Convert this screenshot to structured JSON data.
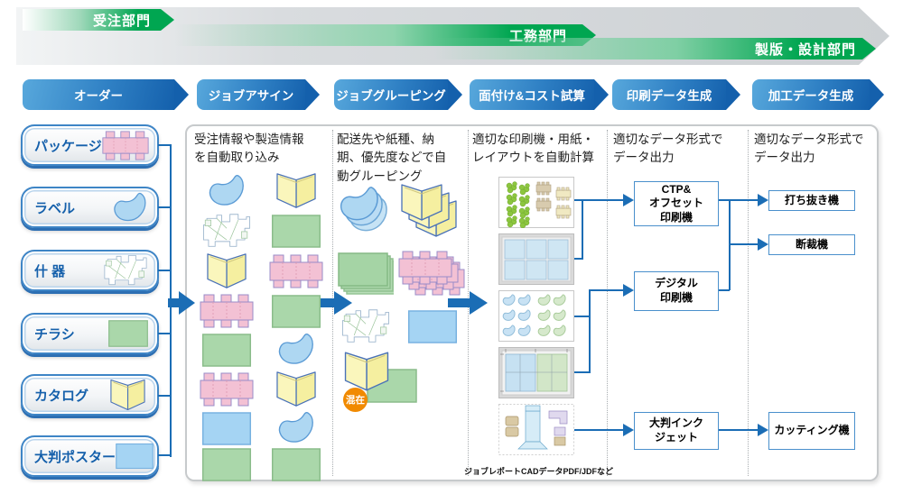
{
  "departments": [
    {
      "label": "受注部門"
    },
    {
      "label": "工務部門"
    },
    {
      "label": "製版・設計部門"
    }
  ],
  "steps": [
    {
      "label": "オーダー"
    },
    {
      "label": "ジョブアサイン"
    },
    {
      "label": "ジョブグルーピング"
    },
    {
      "label": "面付け&コスト試算"
    },
    {
      "label": "印刷データ生成"
    },
    {
      "label": "加工データ生成"
    }
  ],
  "products": [
    {
      "label": "パッケージ",
      "icon": "package"
    },
    {
      "label": "ラベル",
      "icon": "blob"
    },
    {
      "label": "什 器",
      "icon": "dieline"
    },
    {
      "label": "チラシ",
      "icon": "greenrect"
    },
    {
      "label": "カタログ",
      "icon": "book"
    },
    {
      "label": "大判ポスター",
      "icon": "bluerect"
    }
  ],
  "job_assign": {
    "description": "受注情報や製造情報を自動取り込み",
    "shapes": [
      "blob",
      "book",
      "dieline",
      "greenrect",
      "book",
      "package",
      "package",
      "greenrect",
      "greenrect",
      "blob",
      "package",
      "book",
      "bluerect",
      "blob",
      "greenrect",
      "greenrect"
    ]
  },
  "job_grouping": {
    "description": "配送先や紙種、納期、優先度などで自動グルーピング",
    "shapes": [
      "stack-blob",
      "stack-book",
      "stack-greenrect",
      "stack-package",
      "dieline",
      "bluerect"
    ],
    "mixed_shapes": [
      "greenrect",
      "book"
    ],
    "badge": "混在"
  },
  "imposition": {
    "description": "適切な印刷機・用紙・レイアウトを自動計算",
    "thumbnails": [
      "sheet-clusters",
      "sheet-grid6",
      "sheet-blobs",
      "sheet-grid2",
      "sheet-cad"
    ],
    "caption": "ジョブレポートCADデータPDF/JDFなど"
  },
  "print_data": {
    "description": "適切なデータ形式でデータ出力",
    "machines": [
      {
        "label": [
          "CTP&",
          "オフセット",
          "印刷機"
        ]
      },
      {
        "label": [
          "デジタル",
          "印刷機"
        ]
      },
      {
        "label": [
          "大判インク",
          "ジェット"
        ]
      }
    ]
  },
  "process_data": {
    "description": "適切なデータ形式でデータ出力",
    "machines": [
      {
        "label": "打ち抜き機"
      },
      {
        "label": "断裁機"
      },
      {
        "label": "カッティング機"
      }
    ]
  },
  "colors": {
    "green": "#00a651",
    "step_blue_dark": "#1460ac",
    "connector_blue": "#1b6db5",
    "badge_orange": "#f18a00"
  }
}
